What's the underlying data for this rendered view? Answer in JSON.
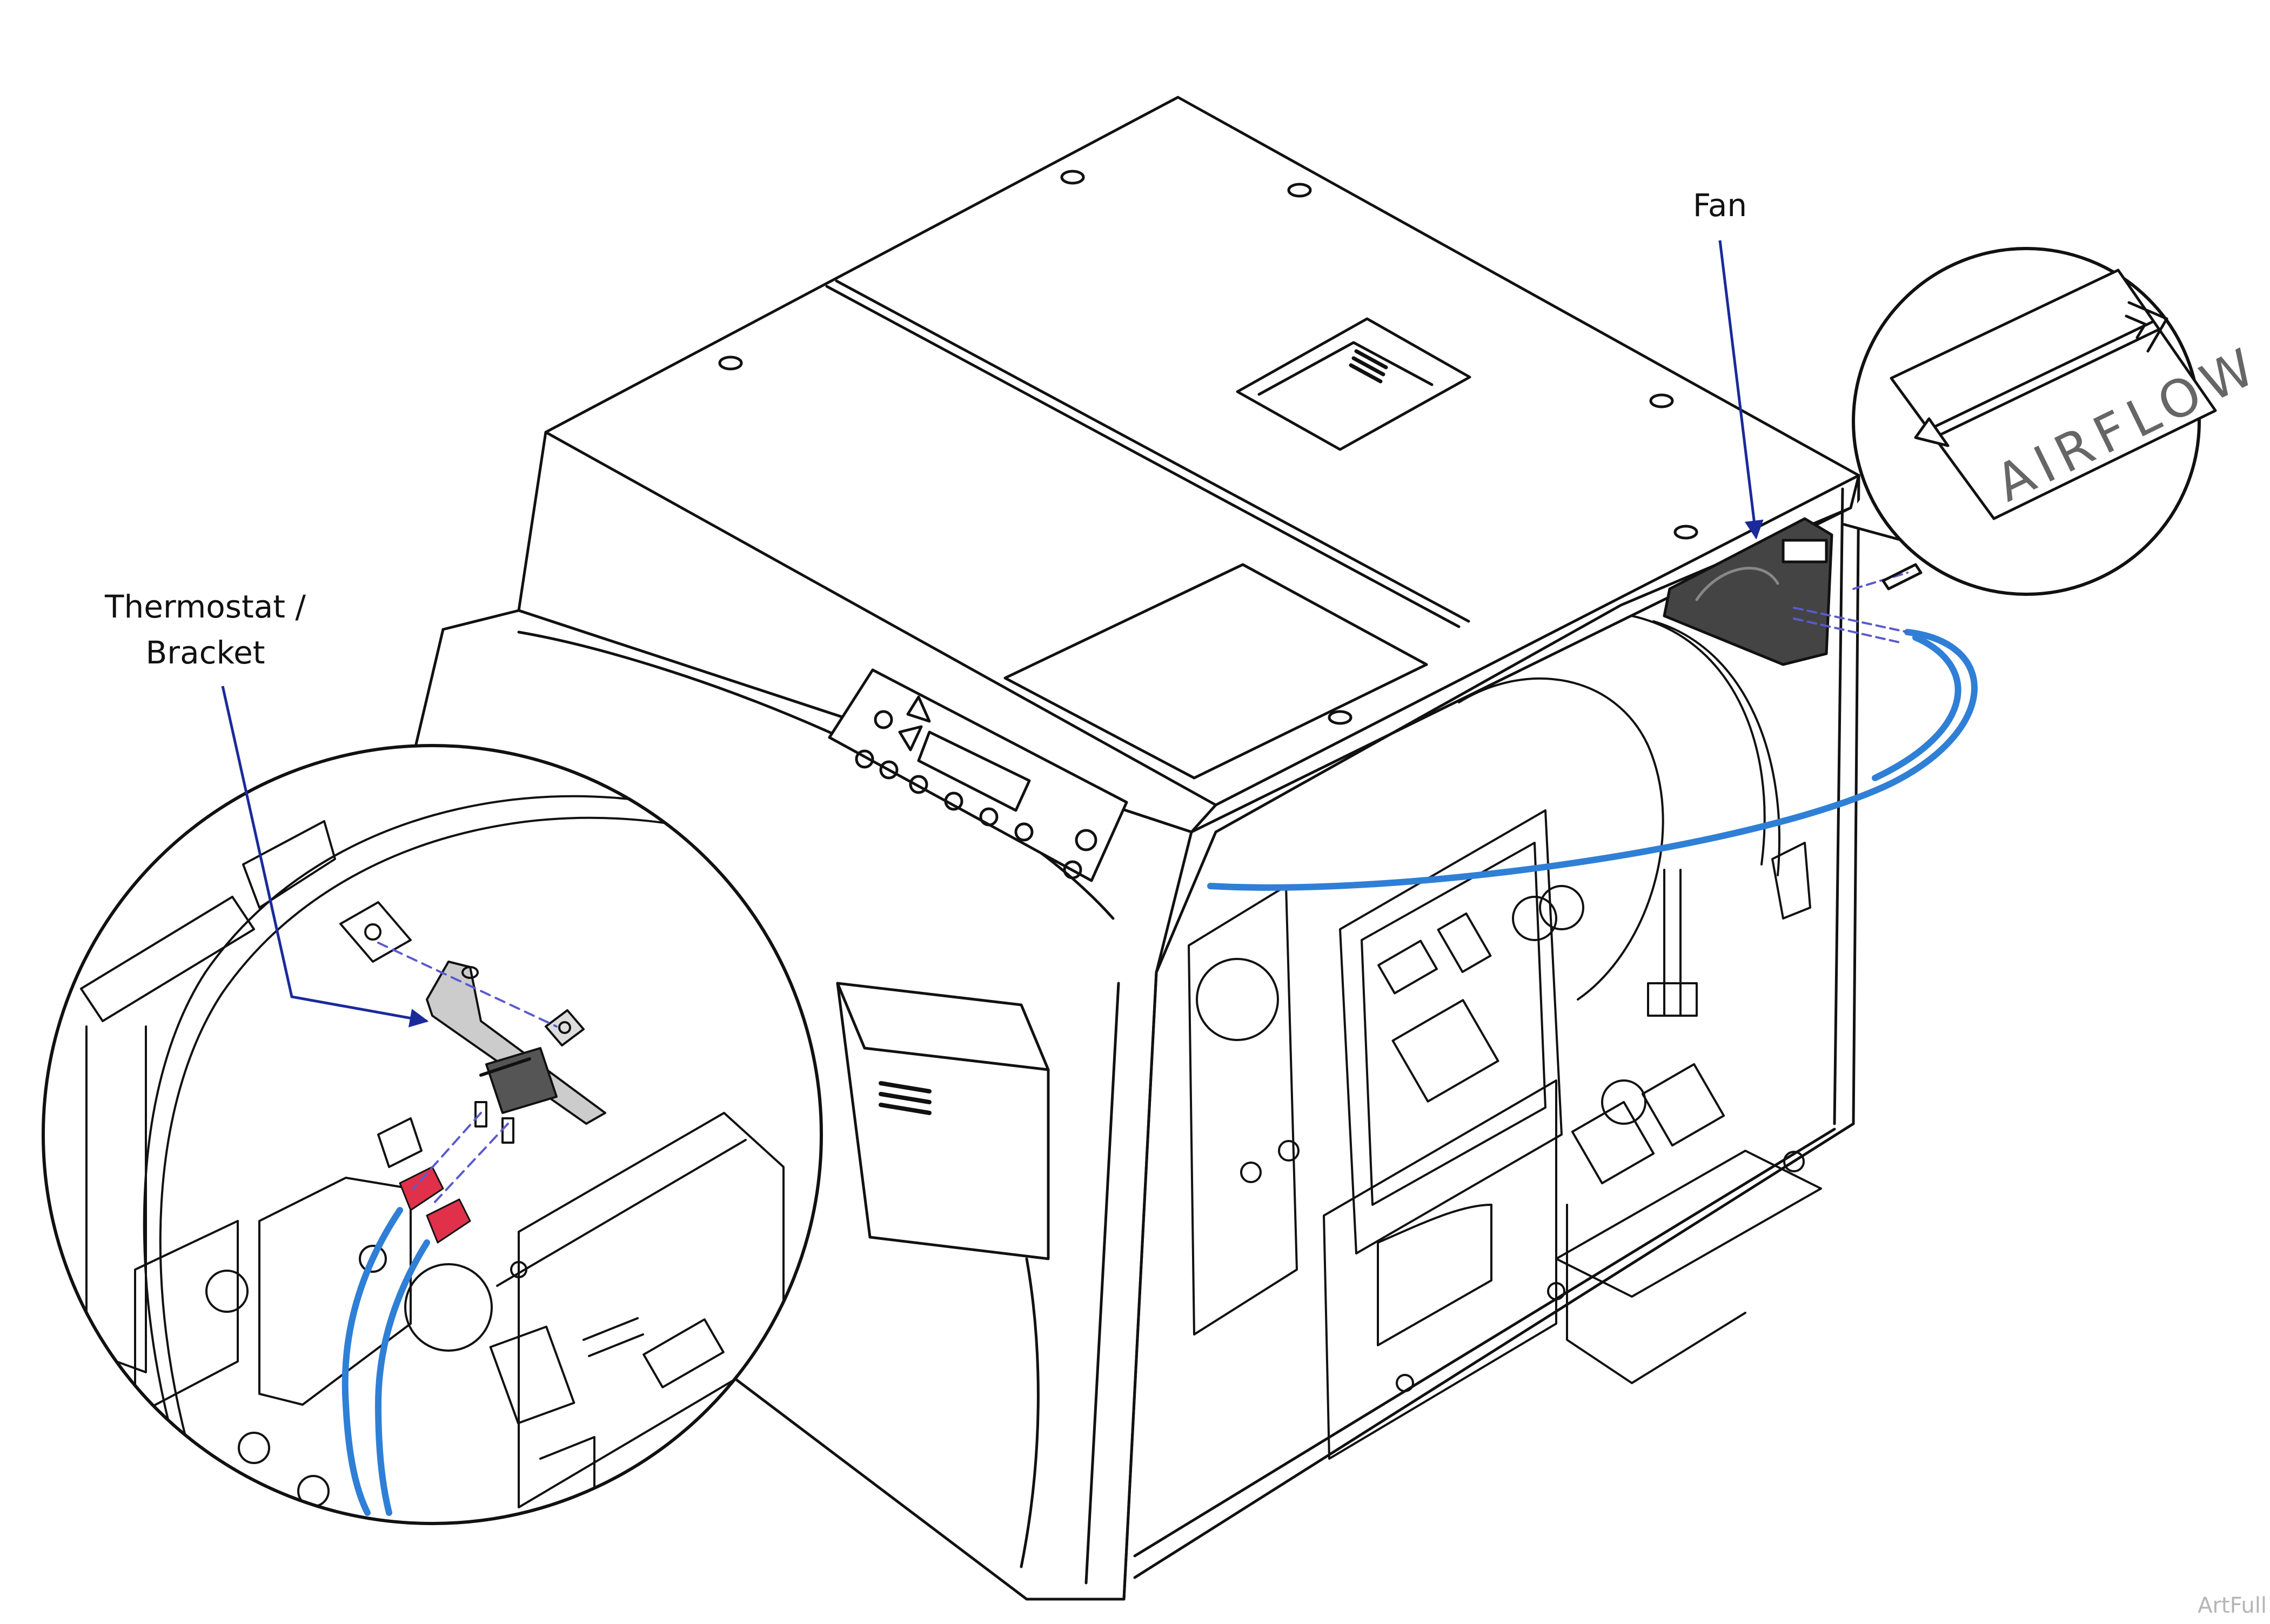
{
  "labels": {
    "fan": "Fan",
    "thermostat_line1": "Thermostat /",
    "thermostat_line2": "Bracket",
    "airflow": "AIRFLOW",
    "watermark": "ArtFull"
  },
  "colors": {
    "line": "#111111",
    "leader": "#1a2a9a",
    "wire": "#2f7fd6",
    "terminal": "#e0304a",
    "wire_dash": "#5a5ad0"
  },
  "icons": {
    "airflow_arrow": "arrow-left-icon"
  }
}
